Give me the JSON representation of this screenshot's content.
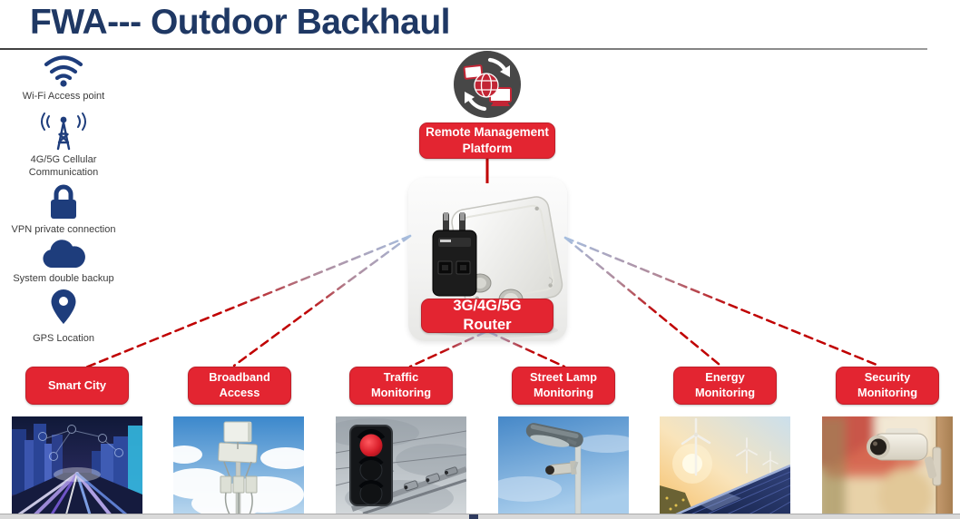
{
  "title": "FWA--- Outdoor Backhaul",
  "sidebar": {
    "items": [
      {
        "icon": "wifi-icon",
        "label": "Wi-Fi Access point"
      },
      {
        "icon": "cell-tower-icon",
        "label": "4G/5G Cellular Communication"
      },
      {
        "icon": "lock-icon",
        "label": "VPN private connection"
      },
      {
        "icon": "cloud-icon",
        "label": "System double backup"
      },
      {
        "icon": "location-pin-icon",
        "label": "GPS Location"
      }
    ]
  },
  "platform": {
    "label": "Remote Management Platform",
    "icon": "remote-management-globe-icon"
  },
  "router": {
    "label": "3G/4G/5G Router",
    "photo": "outdoor-router-photo"
  },
  "categories": [
    {
      "label": "Smart City",
      "photo": "smart-city-photo"
    },
    {
      "label": "Broadband Access",
      "photo": "broadband-access-photo"
    },
    {
      "label": "Traffic Monitoring",
      "photo": "traffic-monitoring-photo"
    },
    {
      "label": "Street Lamp Monitoring",
      "photo": "street-lamp-photo"
    },
    {
      "label": "Energy Monitoring",
      "photo": "energy-monitoring-photo"
    },
    {
      "label": "Security Monitoring",
      "photo": "security-camera-photo"
    }
  ],
  "colors": {
    "title_navy": "#1f3864",
    "icon_blue": "#1e3d7c",
    "tag_red": "#e32531",
    "line_red": "#c00000",
    "line_blue": "#a6bedf"
  }
}
